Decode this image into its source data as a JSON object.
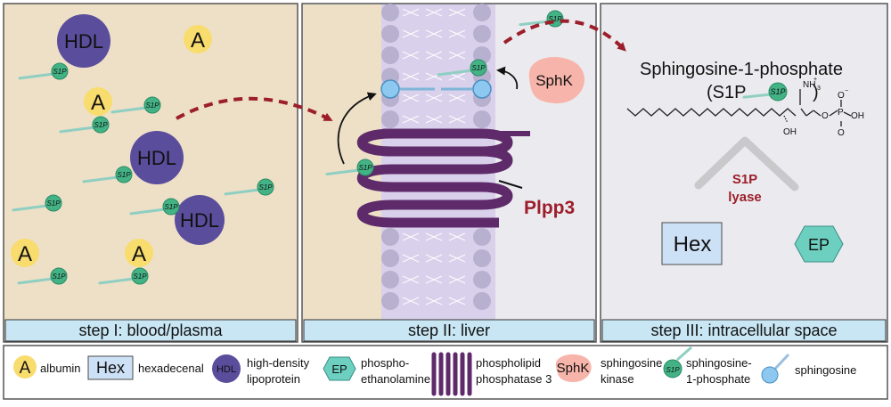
{
  "panels": {
    "blood": {
      "label": "step I: blood/plasma"
    },
    "liver": {
      "label": "step II: liver"
    },
    "intracellular": {
      "label": "step III: intracellular space"
    }
  },
  "tokens": {
    "albumin": "A",
    "hdl": "HDL",
    "s1p": "S1P",
    "hex": "Hex",
    "ep": "EP",
    "sphk": "SphK"
  },
  "liver": {
    "enzyme_label": "Plpp3"
  },
  "intracellular": {
    "molecule_title": "Sphingosine-1-phosphate",
    "molecule_abbrev_open": "(S1P",
    "molecule_abbrev_close": ")",
    "lyase_line1": "S1P",
    "lyase_line2": "lyase",
    "nh3": "NH",
    "nh3_sub": "3",
    "nh3_sup": "+",
    "oh": "OH",
    "o_minus": "O",
    "o_minus_sup": "−",
    "oh2": "OH",
    "p": "P",
    "o": "O",
    "o2": "O"
  },
  "legend": {
    "albumin": "albumin",
    "hexadecenal": "hexadecenal",
    "hdl_line1": "high-density",
    "hdl_line2": "lipoprotein",
    "ep_line1": "phospho-",
    "ep_line2": "ethanolamine",
    "plpp3_line1": "phospholipid",
    "plpp3_line2": "phosphatase 3",
    "sphk_line1": "sphingosine",
    "sphk_line2": "kinase",
    "s1p_line1": "sphingosine-",
    "s1p_line2": "1-phosphate",
    "sphingosine": "sphingosine"
  },
  "colors": {
    "blood_bg": "#ede0c6",
    "liver_bg": "#ebebef",
    "membrane": "#d9d0eb",
    "head": "#b7b0cf",
    "hdl": "#5a4d9c",
    "albumin": "#f9dc6e",
    "s1p": "#43b386",
    "stick": "#8fcfc2",
    "plpp3": "#5e2a6a",
    "accent_red": "#9c1e2b",
    "sphk": "#f7b4aa",
    "ep": "#6ccfc0",
    "hex_bg": "#cde1f6",
    "step_bar": "#c8e6f4",
    "sphingosine_head": "#8cc8ef"
  }
}
